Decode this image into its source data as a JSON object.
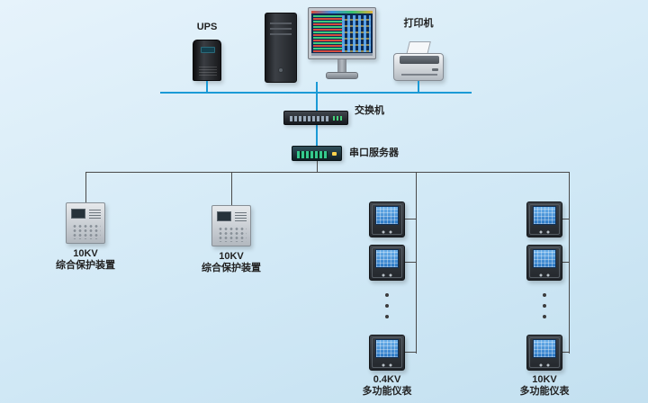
{
  "colors": {
    "background_top": "#e6f3fb",
    "background_bottom": "#c3e0f0",
    "network_line": "#1b9ad6",
    "field_line": "#4a4a4a",
    "label_text": "#222222",
    "meter_screen": "#2a77c4"
  },
  "devices": {
    "ups": {
      "label": "UPS"
    },
    "printer": {
      "label": "打印机"
    },
    "switch": {
      "label": "交换机"
    },
    "serial_server": {
      "label": "串口服务器"
    },
    "protection_1": {
      "voltage": "10KV",
      "name": "综合保护装置"
    },
    "protection_2": {
      "voltage": "10KV",
      "name": "综合保护装置"
    },
    "meter_column_1": {
      "voltage": "0.4KV",
      "name": "多功能仪表"
    },
    "meter_column_2": {
      "voltage": "10KV",
      "name": "多功能仪表"
    }
  }
}
